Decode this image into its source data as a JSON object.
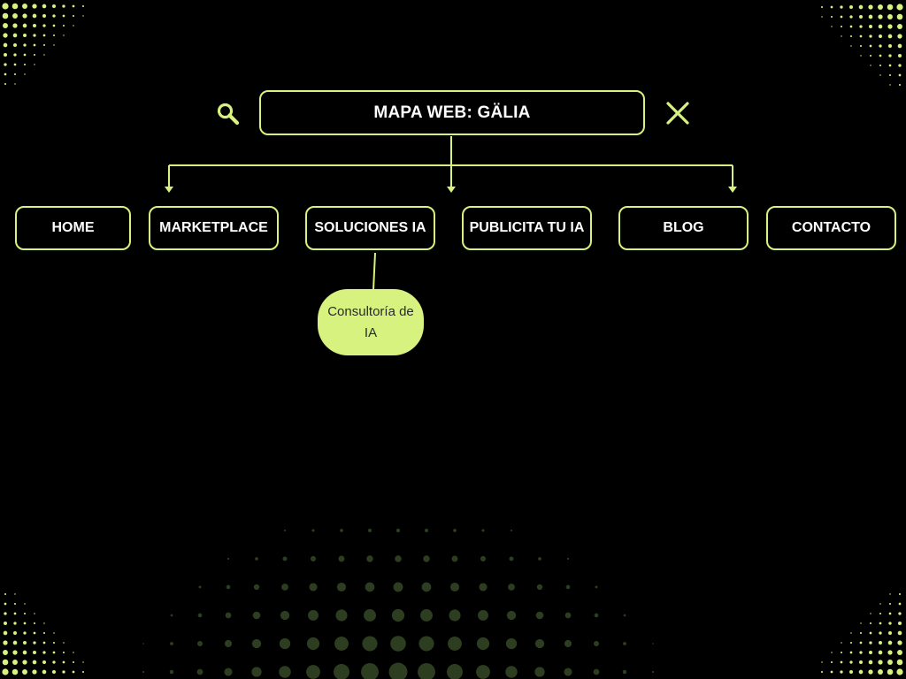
{
  "theme": {
    "accent": "#d7f27f",
    "background": "#000000",
    "text": "#ffffff",
    "dots_dim": "#2c3d20"
  },
  "header": {
    "title": "MAPA WEB: GÄLIA",
    "left_icon": "search-icon",
    "right_icon": "close-icon"
  },
  "nav": {
    "items": [
      {
        "label": "HOME"
      },
      {
        "label": "MARKETPLACE"
      },
      {
        "label": "SOLUCIONES IA"
      },
      {
        "label": "PUBLICITA TU IA"
      },
      {
        "label": "BLOG"
      },
      {
        "label": "CONTACTO"
      }
    ]
  },
  "children": {
    "soluciones": {
      "label": "Consultoría de IA"
    }
  }
}
